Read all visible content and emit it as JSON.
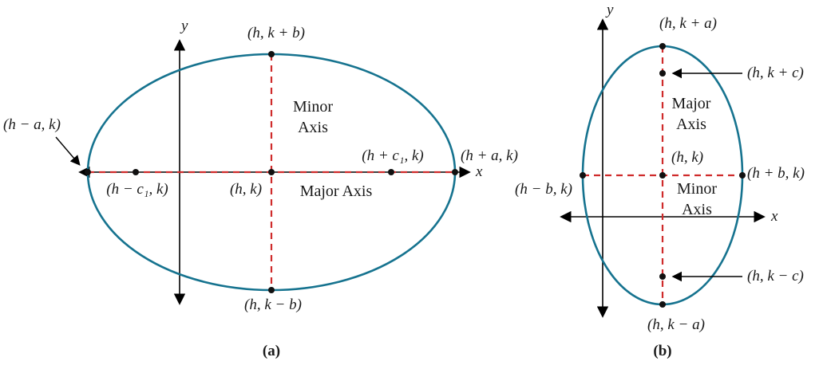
{
  "figure": {
    "description_colors": {
      "ellipse_stroke": "#16738f",
      "dashed_axis": "#cf2b2b",
      "axis_line": "#000000",
      "point_dot": "#111111",
      "text": "#1a1a1a"
    }
  },
  "diagram_a": {
    "caption": "(a)",
    "axis_labels": {
      "x": "x",
      "y": "y"
    },
    "point_labels": {
      "top": "(h, k + b)",
      "bottom": "(h, k − b)",
      "left_vertex": "(h − a, k)",
      "right_vertex": "(h + a, k)",
      "left_focus": "(h − c₁, k)",
      "right_focus": "(h + c₁, k)",
      "center": "(h, k)"
    },
    "axis_names": {
      "minor_line1": "Minor",
      "minor_line2": "Axis",
      "major": "Major Axis"
    }
  },
  "diagram_b": {
    "caption": "(b)",
    "axis_labels": {
      "x": "x",
      "y": "y"
    },
    "point_labels": {
      "top": "(h, k + a)",
      "upper_focus": "(h, k + c)",
      "center": "(h, k)",
      "left": "(h − b, k)",
      "right": "(h + b, k)",
      "lower_focus": "(h, k − c)",
      "bottom": "(h, k − a)"
    },
    "axis_names": {
      "major_line1": "Major",
      "major_line2": "Axis",
      "minor_line1": "Minor",
      "minor_line2": "Axis"
    }
  }
}
